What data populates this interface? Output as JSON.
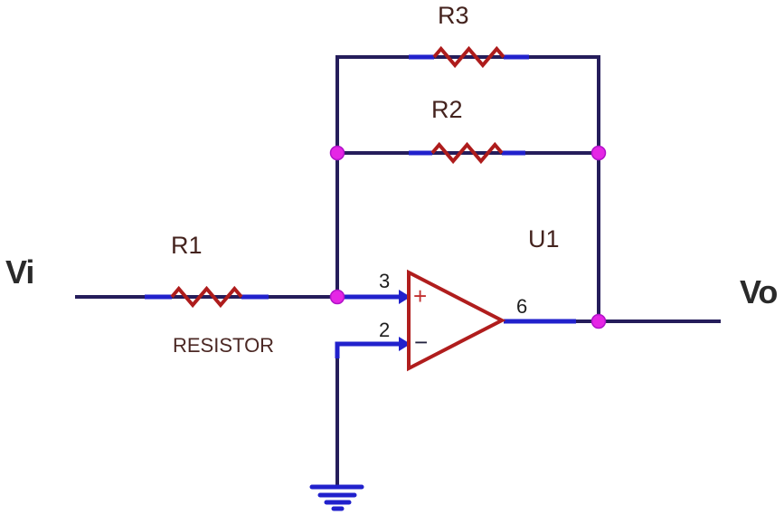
{
  "labels": {
    "input_net": "Vi",
    "output_net": "Vo",
    "r1": "R1",
    "r2": "R2",
    "r3": "R3",
    "u1": "U1",
    "resistor_caption": "RESISTOR",
    "plus": "+",
    "minus": "−"
  },
  "pins": {
    "non_inverting": "3",
    "inverting": "2",
    "output": "6"
  },
  "components": [
    {
      "ref": "R1",
      "type": "resistor",
      "caption": "RESISTOR"
    },
    {
      "ref": "R2",
      "type": "resistor"
    },
    {
      "ref": "R3",
      "type": "resistor"
    },
    {
      "ref": "U1",
      "type": "op-amp",
      "pin_labels": [
        "3",
        "2",
        "6"
      ],
      "input_marks": [
        "+",
        "−"
      ]
    }
  ],
  "symbols": {
    "ground": "earth-ground",
    "junction_dots": 4
  },
  "colors": {
    "background": "#ffffff",
    "wire_navy": "#251d5b",
    "terminal_blue": "#2121cc",
    "component_red": "#ae1c1c",
    "junction_magenta": "#e526e5",
    "ref_text_brown": "#44231e",
    "pin_text_black": "#1e1e1e",
    "net_text_black": "#2a2a2a"
  }
}
